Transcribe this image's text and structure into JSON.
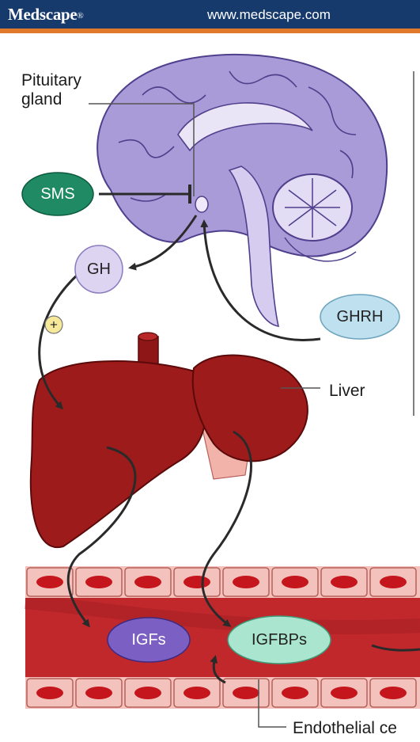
{
  "header": {
    "brand": "Medscape",
    "brand_mark": "®",
    "url": "www.medscape.com"
  },
  "labels": {
    "pituitary": "Pituitary gland",
    "liver": "Liver",
    "endothelial": "Endothelial ce"
  },
  "nodes": {
    "sms": "SMS",
    "gh": "GH",
    "ghrh": "GHRH",
    "igfs": "IGFs",
    "igfbps": "IGFBPs"
  },
  "signs": {
    "stimulate": "+"
  },
  "colors": {
    "header": "#173a6d",
    "header_rule": "#e07a2a",
    "brain": "#a89bd8",
    "liver": "#9e1b1b",
    "vessel": "#c0282c",
    "sms": "#1f8a64",
    "gh": "#ddd4f2",
    "ghrh": "#bfe0ef",
    "igfs": "#7b5fc2",
    "igfbps": "#a9e5cf"
  }
}
